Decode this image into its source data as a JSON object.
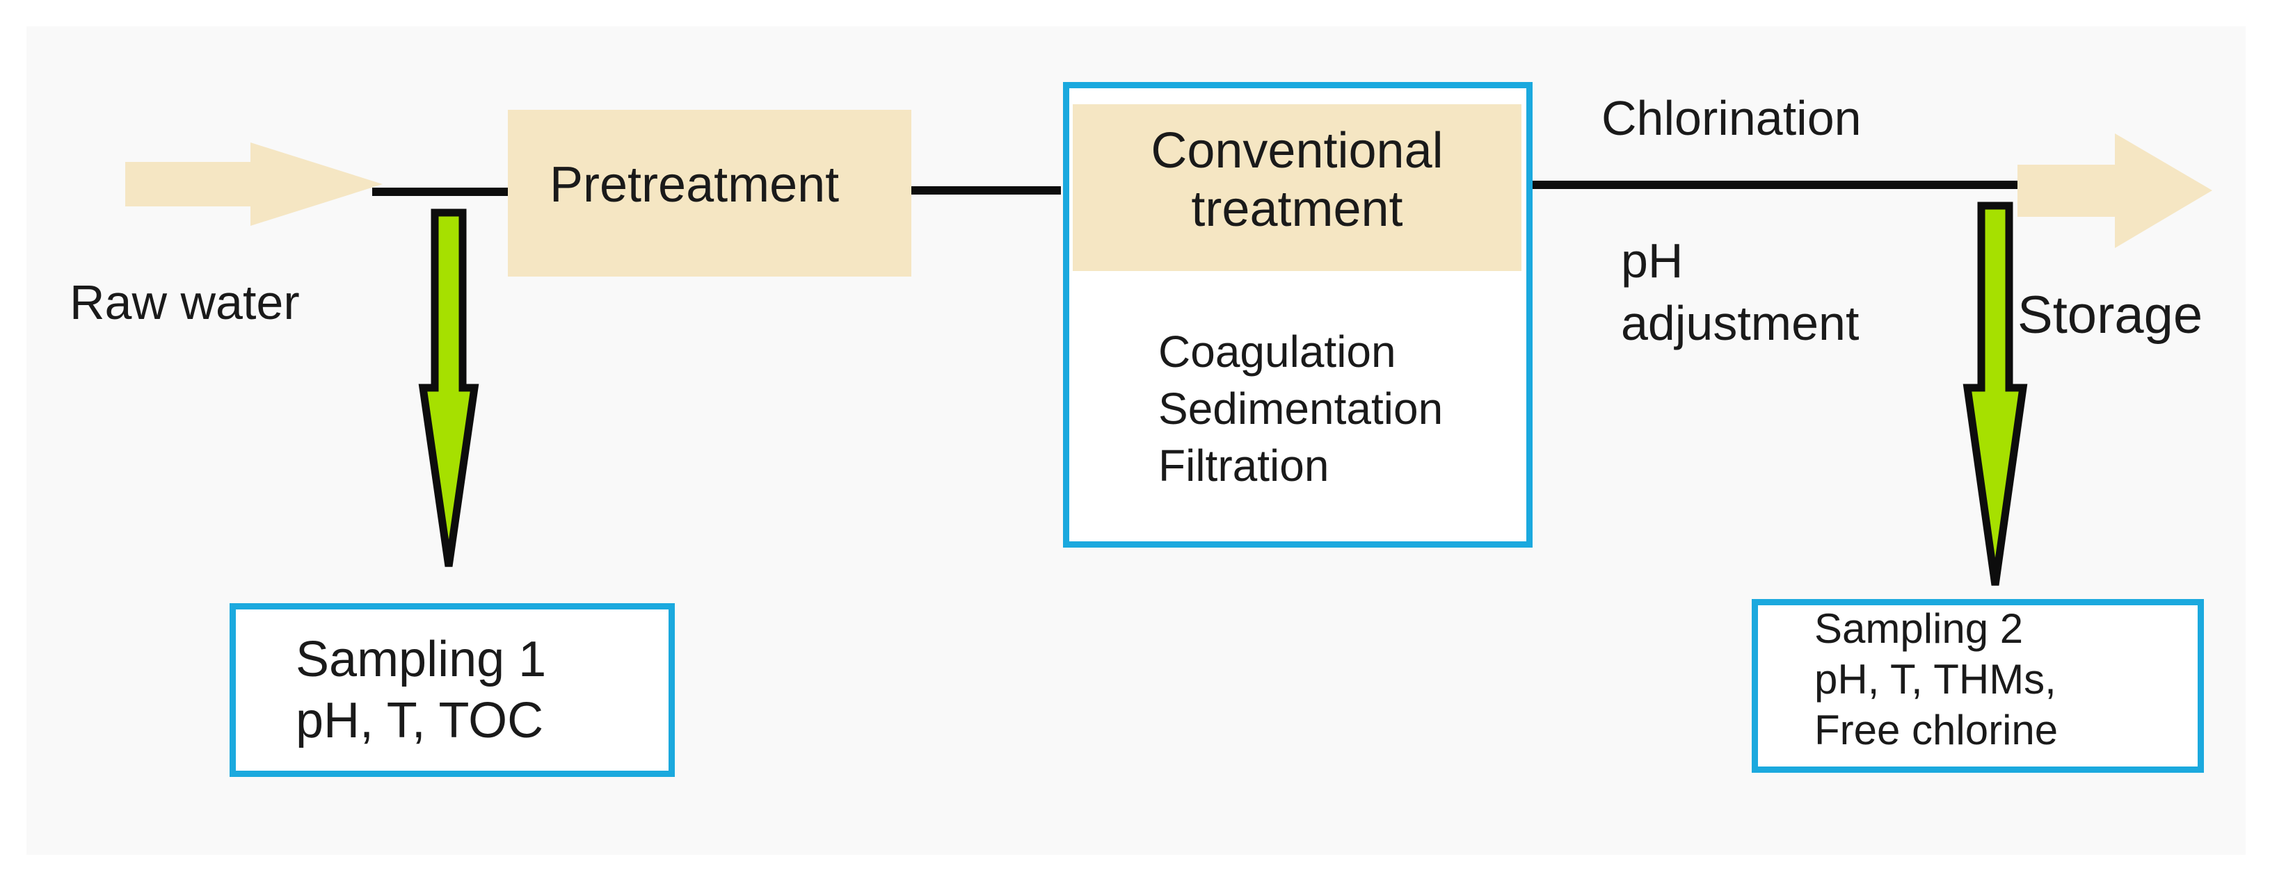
{
  "labels": {
    "raw_water": "Raw water",
    "pretreatment": "Pretreatment",
    "conventional_line1": "Conventional",
    "conventional_line2": "treatment",
    "coagulation": "Coagulation",
    "sedimentation": "Sedimentation",
    "filtration": "Filtration",
    "chlorination": "Chlorination",
    "ph_line1": "pH",
    "ph_line2": "adjustment",
    "storage": "Storage",
    "sampling1_line1": "Sampling 1",
    "sampling1_line2": "pH, T, TOC",
    "sampling2_line1": "Sampling 2",
    "sampling2_line2": "pH, T, THMs,",
    "sampling2_line3": "Free chlorine"
  },
  "colors": {
    "process_fill": "#f5e6c3",
    "box_border": "#1ba9de",
    "sampling_arrow": "#a6e000",
    "flow_line": "#0d0d0d"
  },
  "icons": {
    "inlet": "block-arrow-right",
    "outlet": "block-arrow-right",
    "sampling_arrows": "arrow-down"
  }
}
